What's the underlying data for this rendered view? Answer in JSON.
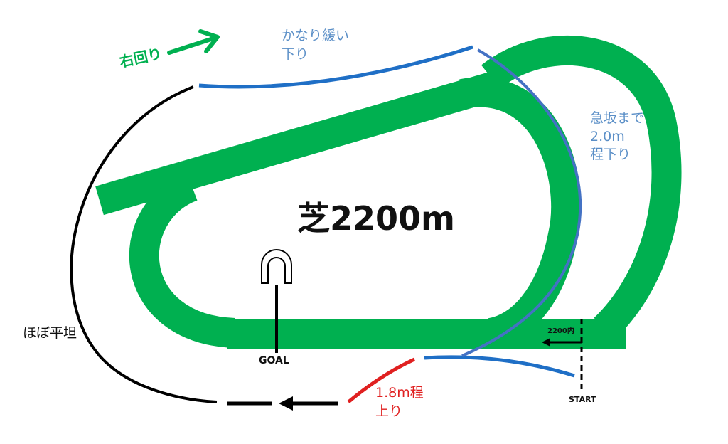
{
  "title": "芝2200m",
  "direction_label": "右回り",
  "goal_label": "GOAL",
  "start_label": "START",
  "start_marker_label": "2200内",
  "annotations": {
    "top_slope": [
      "かなり緩い",
      "下り"
    ],
    "right_slope": [
      "急坂まで",
      "2.0m",
      "程下り"
    ],
    "left_flat": "ほぼ平坦",
    "bottom_rise": [
      "1.8m程",
      "上り"
    ]
  },
  "colors": {
    "track": "#00b050",
    "downhill": "#1f6fc6",
    "steep_downhill": "#4472c4",
    "uphill": "#e02020",
    "flat": "#000000",
    "annotation_text": "#5b8fc7"
  }
}
